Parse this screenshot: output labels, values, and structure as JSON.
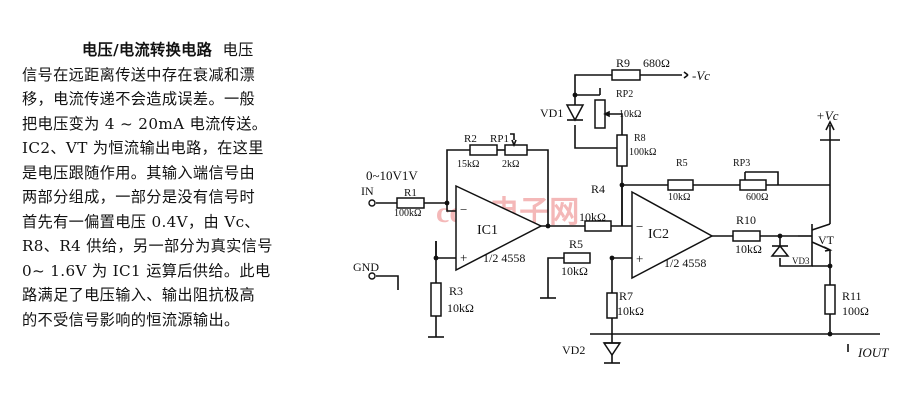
{
  "article": {
    "title": "电压/电流转换电路",
    "lines": [
      "电压",
      "信号在远距离传送中存在衰减和漂",
      "移，电流传递不会造成误差。一般",
      "把电压变为 4 ~ 20mA 电流传送。",
      "IC2、VT 为恒流输出电路，在这里",
      "是电压跟随作用。其输入端信号由",
      "两部分组成，一部分是没有信号时",
      "首先有一偏置电压 0.4V，由 Vc、",
      "R8、R4 供给，另一部分为真实信号",
      "0~ 1.6V 为 IC1 运算后供给。此电",
      "路满足了电压输入、输出阻抗极高",
      "的不受信号影响的恒流源输出。"
    ]
  },
  "circuit": {
    "input_range": "0~10V1V",
    "in_label": "IN",
    "gnd_label": "GND",
    "supply_neg": "-Vc",
    "supply_pos": "+Vc",
    "output_label": "IOUT",
    "watermark": "com电子网",
    "opamps": [
      {
        "name": "IC1",
        "type": "1/2 4558"
      },
      {
        "name": "IC2",
        "type": "1/2 4558"
      }
    ],
    "resistors": {
      "R1": {
        "name": "R1",
        "value": "100kΩ"
      },
      "R2": {
        "name": "R2",
        "value": "15kΩ"
      },
      "RP1": {
        "name": "RP1",
        "value": "2kΩ"
      },
      "R3": {
        "name": "R3",
        "value": "10kΩ"
      },
      "R4": {
        "name": "R4",
        "value": "10kΩ"
      },
      "R5a": {
        "name": "R5",
        "value": "10kΩ"
      },
      "R5b": {
        "name": "R5",
        "value": "10kΩ"
      },
      "R7": {
        "name": "R7",
        "value": "10kΩ"
      },
      "R8": {
        "name": "R8",
        "value": "100kΩ"
      },
      "R9": {
        "name": "R9",
        "value": "680Ω"
      },
      "RP2": {
        "name": "RP2",
        "value": "10kΩ"
      },
      "RP3": {
        "name": "RP3",
        "value": "600Ω"
      },
      "R10": {
        "name": "R10",
        "value": "10kΩ"
      },
      "R11": {
        "name": "R11",
        "value": "100Ω"
      }
    },
    "diodes": {
      "VD1": "VD1",
      "VD2": "VD2",
      "VD3": "VD3"
    },
    "transistor": "VT"
  }
}
